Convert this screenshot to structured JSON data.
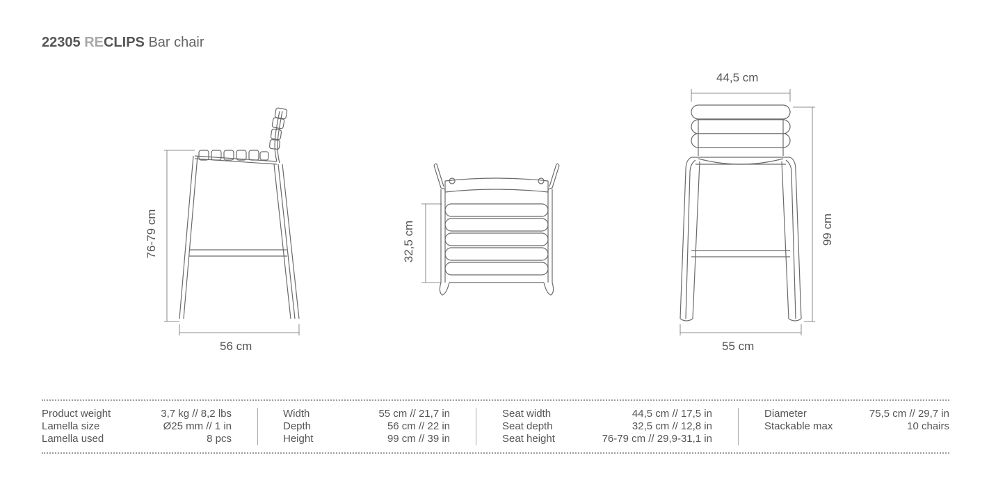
{
  "title": {
    "number": "22305",
    "brand_re": "RE",
    "brand_clips": "CLIPS",
    "type": "Bar chair"
  },
  "dimensions": {
    "side_width": "56 cm",
    "side_height": "76-79 cm",
    "top_depth": "32,5 cm",
    "front_top": "44,5 cm",
    "front_height": "99 cm",
    "front_width": "55 cm"
  },
  "specs": [
    {
      "rows": [
        {
          "label": "Product weight",
          "value": "3,7 kg // 8,2 lbs"
        },
        {
          "label": "Lamella size",
          "value": "Ø25 mm // 1 in"
        },
        {
          "label": "Lamella used",
          "value": "8 pcs"
        }
      ]
    },
    {
      "rows": [
        {
          "label": "Width",
          "value": "55 cm // 21,7 in"
        },
        {
          "label": "Depth",
          "value": "56 cm // 22 in"
        },
        {
          "label": "Height",
          "value": "99 cm // 39 in"
        }
      ]
    },
    {
      "rows": [
        {
          "label": "Seat width",
          "value": "44,5 cm // 17,5 in"
        },
        {
          "label": "Seat depth",
          "value": "32,5 cm // 12,8 in"
        },
        {
          "label": "Seat height",
          "value": "76-79 cm // 29,9-31,1 in"
        }
      ]
    },
    {
      "rows": [
        {
          "label": "Diameter",
          "value": "75,5 cm // 29,7 in"
        },
        {
          "label": "Stackable max",
          "value": "10 chairs"
        }
      ]
    }
  ]
}
